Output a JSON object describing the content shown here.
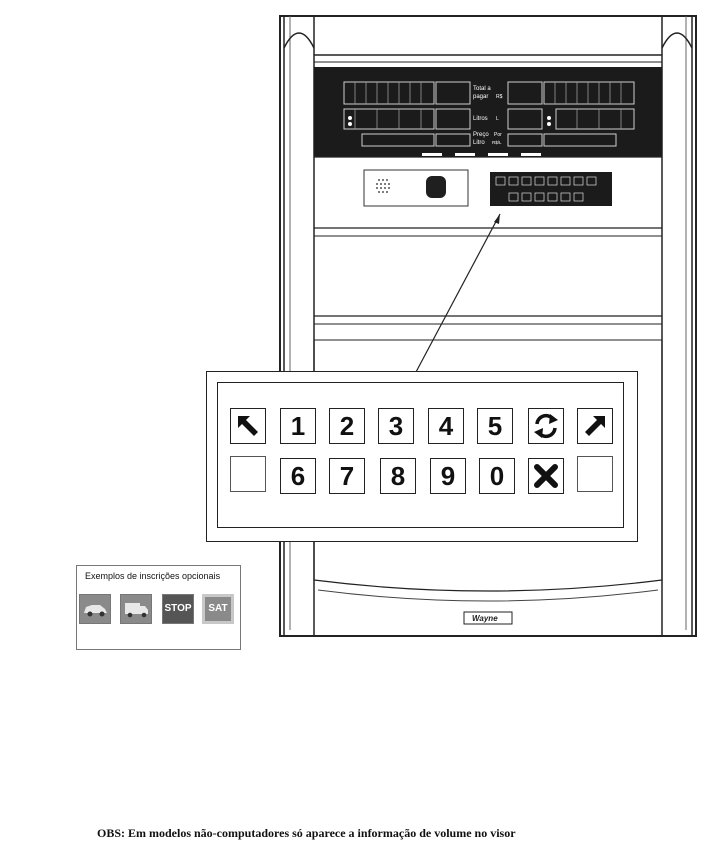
{
  "display": {
    "row1_label_a": "Total a",
    "row1_label_b": "pagar",
    "row1_unit": "R$",
    "row2_label": "Litros",
    "row2_unit": "L",
    "row3_label_a": "Preço",
    "row3_label_b": "Litro",
    "row3_unit_a": "Por",
    "row3_unit_b": "R$/L"
  },
  "keypad": {
    "row1": [
      "arrow-up-left",
      "1",
      "2",
      "3",
      "4",
      "5",
      "refresh",
      "arrow-up-right"
    ],
    "row2": [
      "blank",
      "6",
      "7",
      "8",
      "9",
      "0",
      "cancel",
      "blank"
    ],
    "labels": {
      "k1": "1",
      "k2": "2",
      "k3": "3",
      "k4": "4",
      "k5": "5",
      "k6": "6",
      "k7": "7",
      "k8": "8",
      "k9": "9",
      "k0": "0"
    }
  },
  "brand": "Wayne",
  "optional": {
    "title": "Exemplos de inscrições opcionais",
    "items": [
      {
        "icon": "car-icon",
        "label": ""
      },
      {
        "icon": "truck-icon",
        "label": ""
      },
      {
        "icon": "stop-sign",
        "label": "STOP"
      },
      {
        "icon": "sat-sign",
        "label": "SAT"
      }
    ]
  },
  "note": "OBS: Em modelos não-computadores só aparece a informação de volume no visor",
  "colors": {
    "panel_dark": "#1b1b1b",
    "line": "#222222",
    "opt_grey": "#8a8a8a",
    "opt_dark": "#555555"
  }
}
